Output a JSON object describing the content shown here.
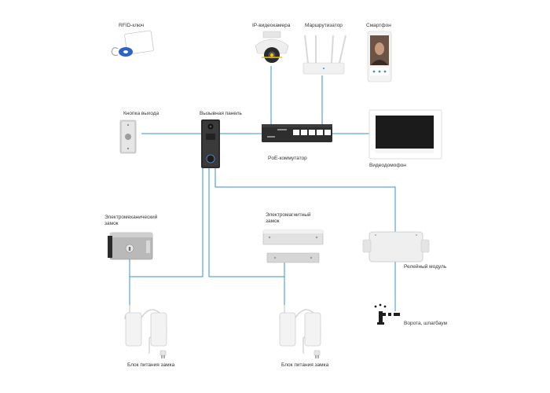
{
  "colors": {
    "wire": "#3a8fd1",
    "label_text": "#333333",
    "device_light": "#e8e8e8",
    "device_dark": "#2b2b2b",
    "device_mid": "#b9b9b9",
    "rfid_tag": "#2f62c8"
  },
  "labels": {
    "rfid_key": "RFID-ключ",
    "ip_camera": "IP-видеокамера",
    "router": "Маршрутизатор",
    "smartphone": "Смартфон",
    "exit_button": "Кнопка выхода",
    "call_panel": "Вызывная панель",
    "poe_switch": "PoE-коммутатор",
    "video_intercom": "Видеодомофон",
    "em_lock": "Электромеханический замок",
    "mag_lock": "Электромагнитный замок",
    "relay_module": "Релейный модуль",
    "gate_barrier": "Ворота, шлагбаум",
    "psu_left": "Блок питания замка",
    "psu_right": "Блок питания замка"
  },
  "icons": {
    "rfid_key": "rfid-keyfob-icon",
    "ip_camera": "dome-camera-icon",
    "router": "router-icon",
    "smartphone": "smartphone-icon",
    "exit_button": "exit-button-icon",
    "call_panel": "call-panel-icon",
    "poe_switch": "poe-switch-icon",
    "video_intercom": "video-monitor-icon",
    "em_lock": "electromechanical-lock-icon",
    "mag_lock": "electromagnetic-lock-icon",
    "relay_module": "relay-module-icon",
    "gate_barrier": "barrier-gate-icon",
    "psu": "power-supply-icon"
  }
}
